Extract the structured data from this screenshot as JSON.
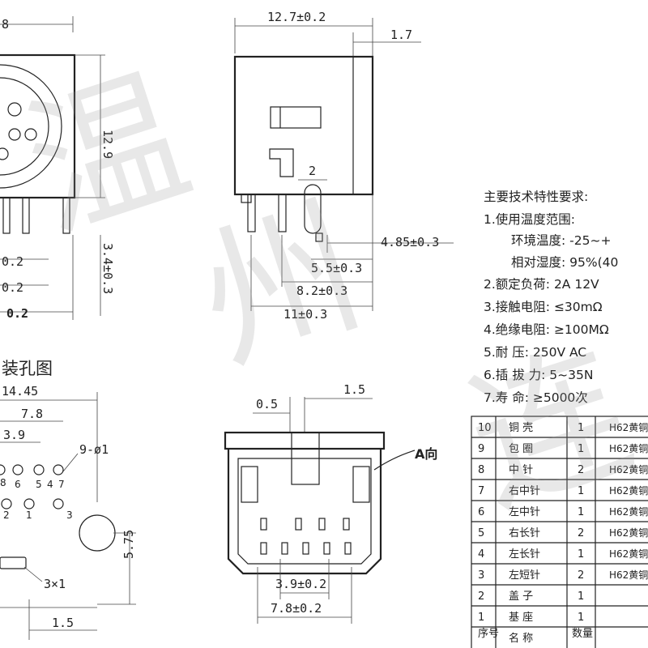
{
  "watermark": {
    "chars": [
      "温",
      "州",
      "连"
    ]
  },
  "top_left": {
    "dim_top": "8",
    "dim_height": "12.9",
    "dim_a": "0.2",
    "dim_b": "0.2",
    "dim_bottom": "0.2",
    "dim_vert": "3.4±0.3"
  },
  "top_mid": {
    "dim_width": "12.7±0.2",
    "dim_edge": "1.7",
    "dim_slot": "2",
    "dim_485": "4.85±0.3",
    "dim_55": "5.5±0.3",
    "dim_82": "8.2±0.3",
    "dim_11": "11±0.3"
  },
  "layout": {
    "title": "装孔图",
    "dim_1445": "14.45",
    "dim_78": "7.8",
    "dim_39": "3.9",
    "holes_note": "9-ø1",
    "slot_note": "3×1",
    "dim_575": "5.75",
    "dim_15": "1.5",
    "pin_numbers": [
      "8",
      "6",
      "5",
      "4",
      "7",
      "2",
      "1",
      "3"
    ]
  },
  "front": {
    "dim_05": "0.5",
    "dim_15": "1.5",
    "dir_label": "A向",
    "dim_39": "3.9±0.2",
    "dim_78": "7.8±0.2"
  },
  "specs": {
    "title": "主要技术特性要求:",
    "items": [
      "1.使用温度范围:",
      "环境温度: -25~+",
      "相对湿度: 95%(40",
      "2.额定负荷: 2A 12V",
      "3.接触电阻: ≤30mΩ",
      "4.绝缘电阻: ≥100MΩ",
      "5.耐    压: 250V AC",
      "6.插 拔 力: 5~35N",
      "7.寿    命: ≥5000次"
    ]
  },
  "parts_table": {
    "header": {
      "no": "序号",
      "name": "名  称",
      "qty": "数量"
    },
    "rows": [
      {
        "no": "10",
        "name": "铜 壳",
        "qty": "1",
        "mat": "H62黄铜"
      },
      {
        "no": "9",
        "name": "包 圈",
        "qty": "1",
        "mat": "H62黄铜"
      },
      {
        "no": "8",
        "name": "中 针",
        "qty": "2",
        "mat": "H62黄铜"
      },
      {
        "no": "7",
        "name": "右中针",
        "qty": "1",
        "mat": "H62黄铜"
      },
      {
        "no": "6",
        "name": "左中针",
        "qty": "1",
        "mat": "H62黄铜"
      },
      {
        "no": "5",
        "name": "右长针",
        "qty": "2",
        "mat": "H62黄铜"
      },
      {
        "no": "4",
        "name": "左长针",
        "qty": "1",
        "mat": "H62黄铜"
      },
      {
        "no": "3",
        "name": "左短针",
        "qty": "2",
        "mat": "H62黄铜"
      },
      {
        "no": "2",
        "name": "盖 子",
        "qty": "1",
        "mat": ""
      },
      {
        "no": "1",
        "name": "基 座",
        "qty": "1",
        "mat": ""
      }
    ]
  }
}
